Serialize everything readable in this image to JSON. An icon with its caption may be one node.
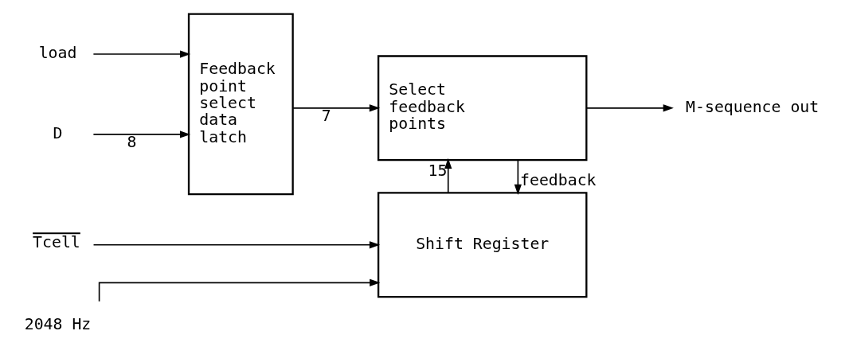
{
  "diagram": {
    "nodes": [
      {
        "text": [
          "Tcell"
        ]
      },
      {
        "text": [
          "2048 Hz"
        ]
      },
      {
        "text": [
          "Shift Register"
        ]
      },
      {
        "text": [
          "load"
        ]
      },
      {
        "text": [
          "Select feedback points"
        ]
      },
      {
        "text": [
          "D"
        ]
      },
      {
        "text": [
          "Feedback point select data latch"
        ]
      },
      {
        "text": [
          "M-sequence out"
        ]
      }
    ],
    "edges": [
      {
        "from": 0,
        "to": 2,
        "arrow": "to"
      },
      {
        "from": 1,
        "to": 2,
        "arrow": "to"
      },
      {
        "from": 4,
        "to": 2,
        "arrow": "to",
        "label": "feedback"
      },
      {
        "from": 2,
        "to": 4,
        "arrow": "to",
        "label": "15"
      },
      {
        "from": 3,
        "to": 6,
        "arrow": "to"
      },
      {
        "from": 5,
        "to": 6,
        "arrow": "to",
        "label": "8"
      },
      {
        "from": 6,
        "to": 4,
        "arrow": "to",
        "label": "7"
      },
      {
        "from": 4,
        "to": 7,
        "arrow": "to"
      }
    ]
  }
}
